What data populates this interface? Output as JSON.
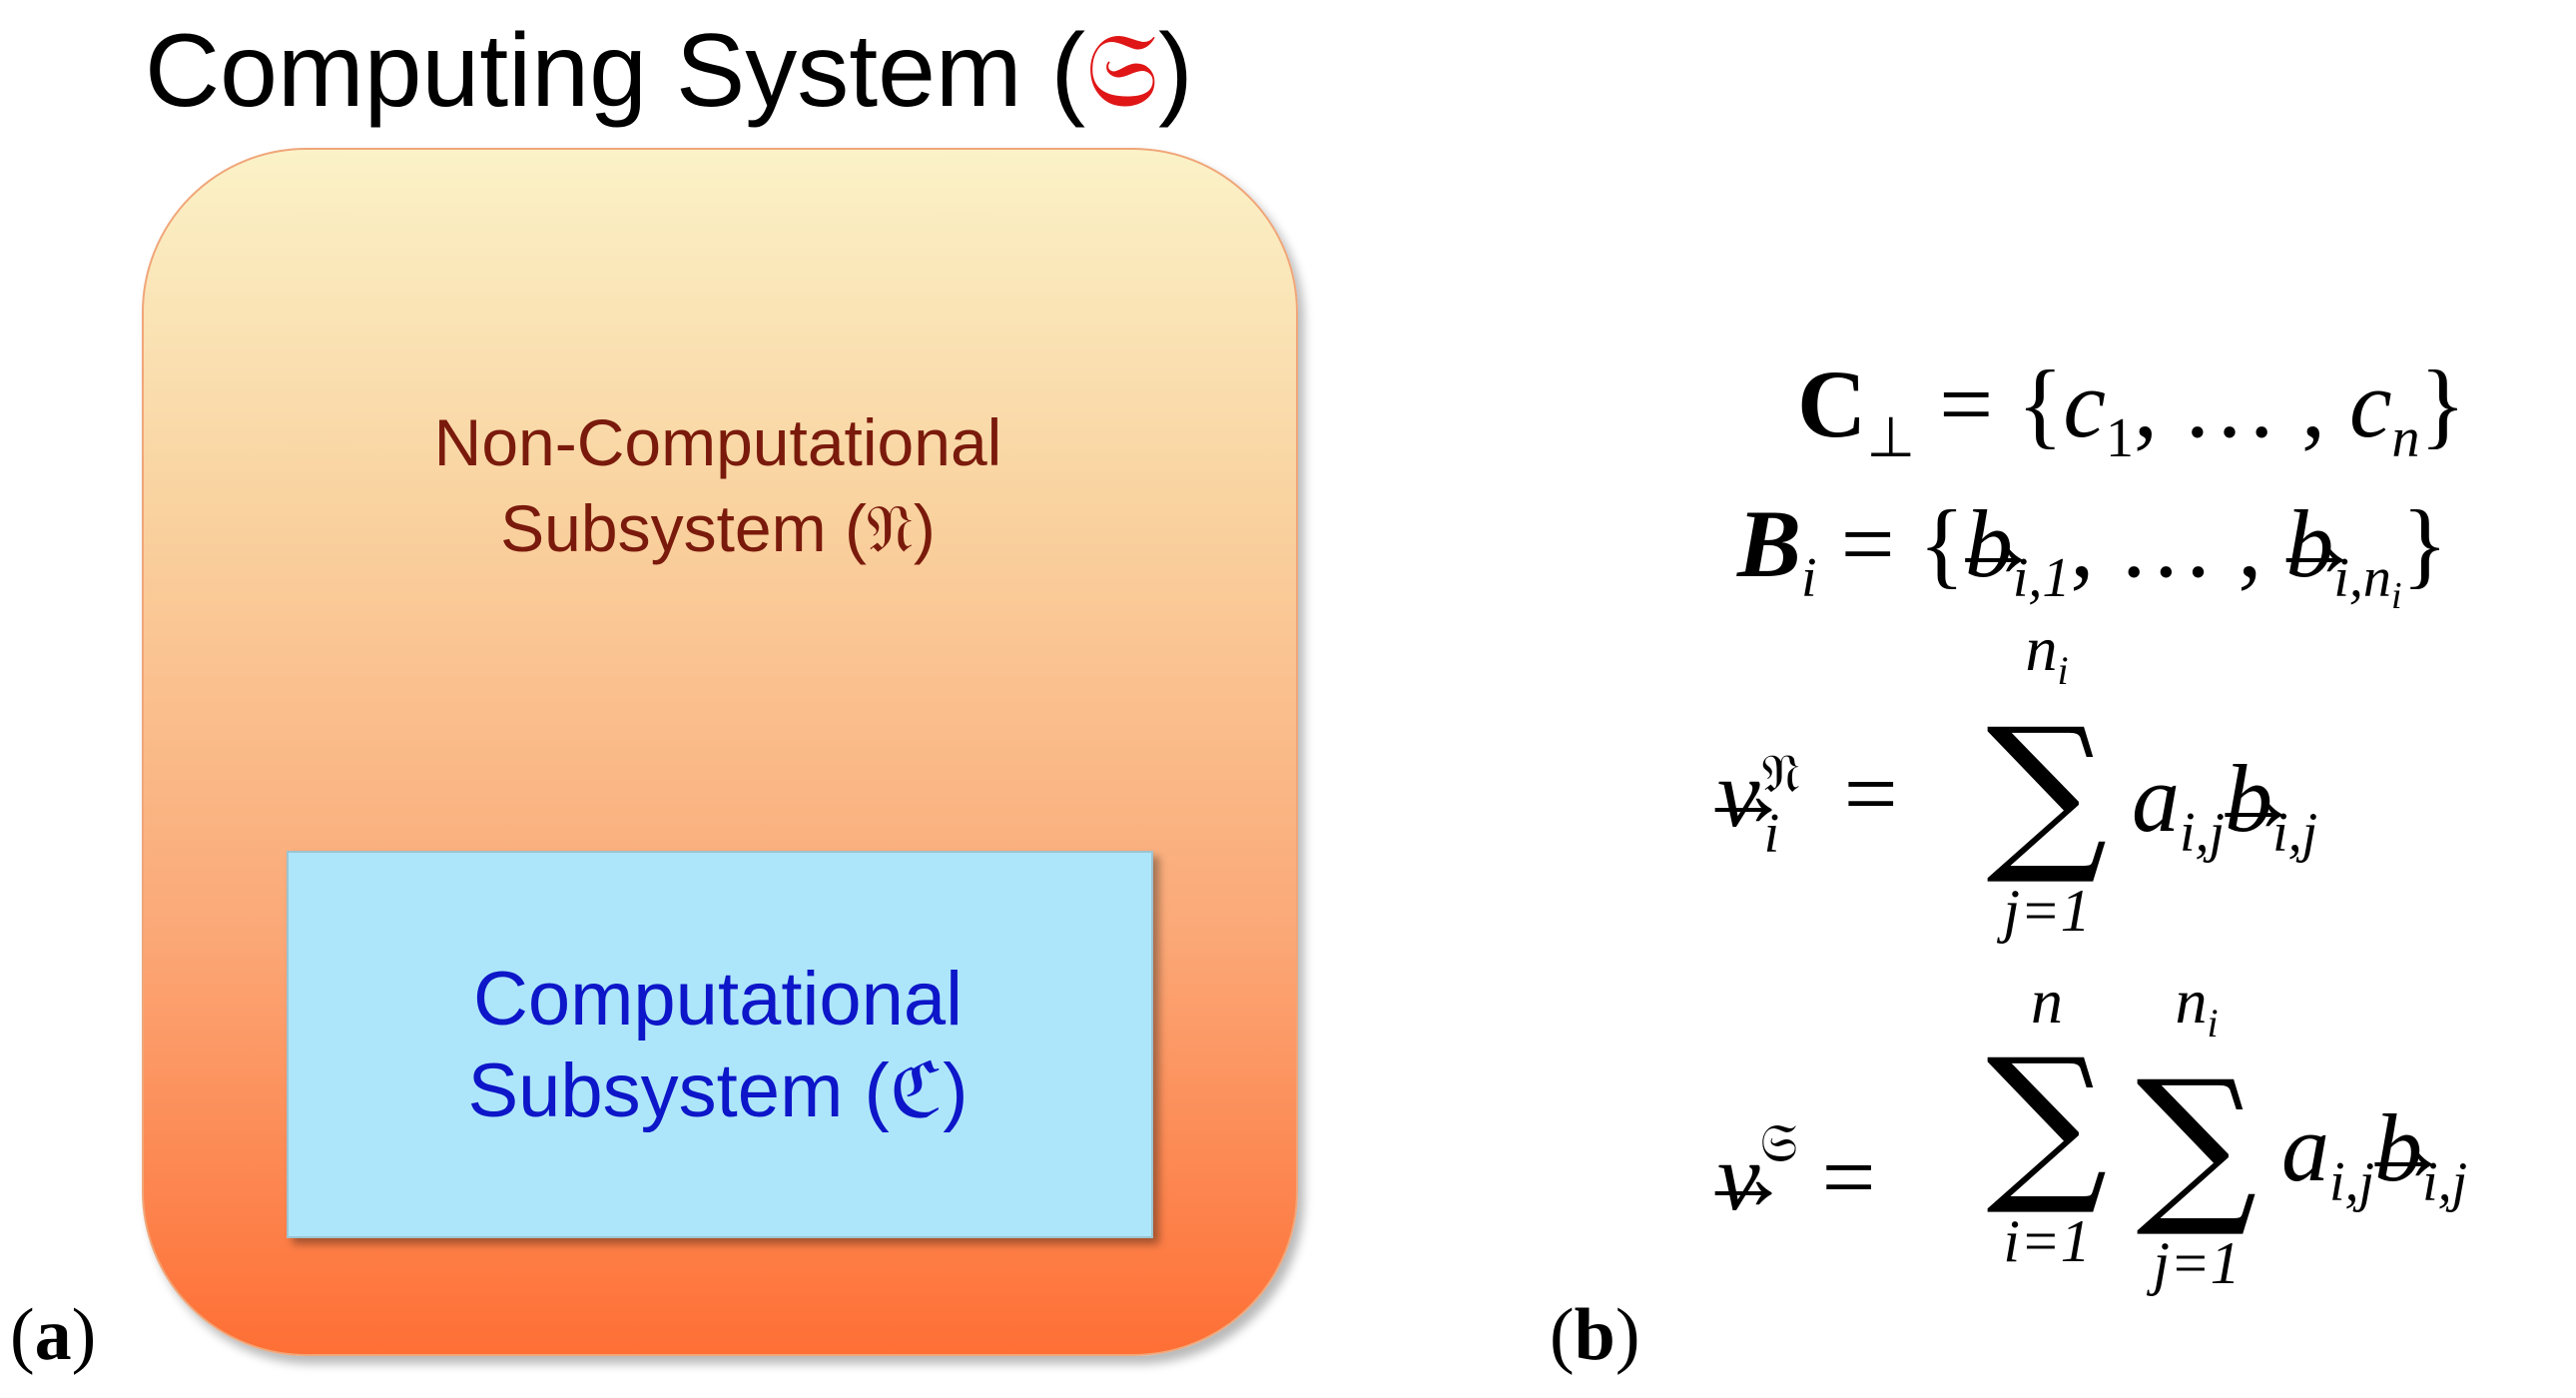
{
  "diagram": {
    "title_text": "Computing System (",
    "title_symbol": "𝔖",
    "title_close": ")",
    "outer_label_line1": "Non-Computational",
    "outer_label_line2": "Subsystem (𝔑)",
    "inner_label_line1": "Computational",
    "inner_label_line2": "Subsystem (ℭ)",
    "colors": {
      "title_symbol": "#e01616",
      "outer_label": "#7a1a0c",
      "inner_label": "#0d16c8",
      "inner_box": "#ade6fa",
      "outer_top": "#fbf2c8",
      "outer_bottom": "#fe6f35"
    }
  },
  "panels": {
    "a": "a",
    "b": "b"
  },
  "equations": {
    "eq1": {
      "lhs": "C",
      "lhs_sub": "⊥",
      "eq": "=",
      "open": "{",
      "c": "c",
      "sub1": "1",
      "dots": ", … , ",
      "cn": "c",
      "subn": "n",
      "close": "}"
    },
    "eq2": {
      "lhs": "B",
      "lhs_sub": "i",
      "eq": "=",
      "open": "{",
      "b": "b",
      "sub1": "i,1",
      "dots": ", … , ",
      "bn": "b",
      "subn": "i,n",
      "subn_sub": "i",
      "close": "}"
    },
    "eq3": {
      "v": "v",
      "sup": "𝔑",
      "sub": "i",
      "eq": "=",
      "sum_top": "n",
      "sum_top_sub": "i",
      "sigma": "∑",
      "sum_bottom": "j=1",
      "a": "a",
      "a_sub": "i,j",
      "b": "b",
      "b_sub": "i,j"
    },
    "eq4": {
      "v": "v",
      "sup": "𝔖",
      "eq": "=",
      "sum1_top": "n",
      "sum1_bottom": "i=1",
      "sum2_top": "n",
      "sum2_top_sub": "i",
      "sum2_bottom": "j=1",
      "sigma": "∑",
      "a": "a",
      "a_sub": "i,j",
      "b": "b",
      "b_sub": "i,j"
    }
  }
}
